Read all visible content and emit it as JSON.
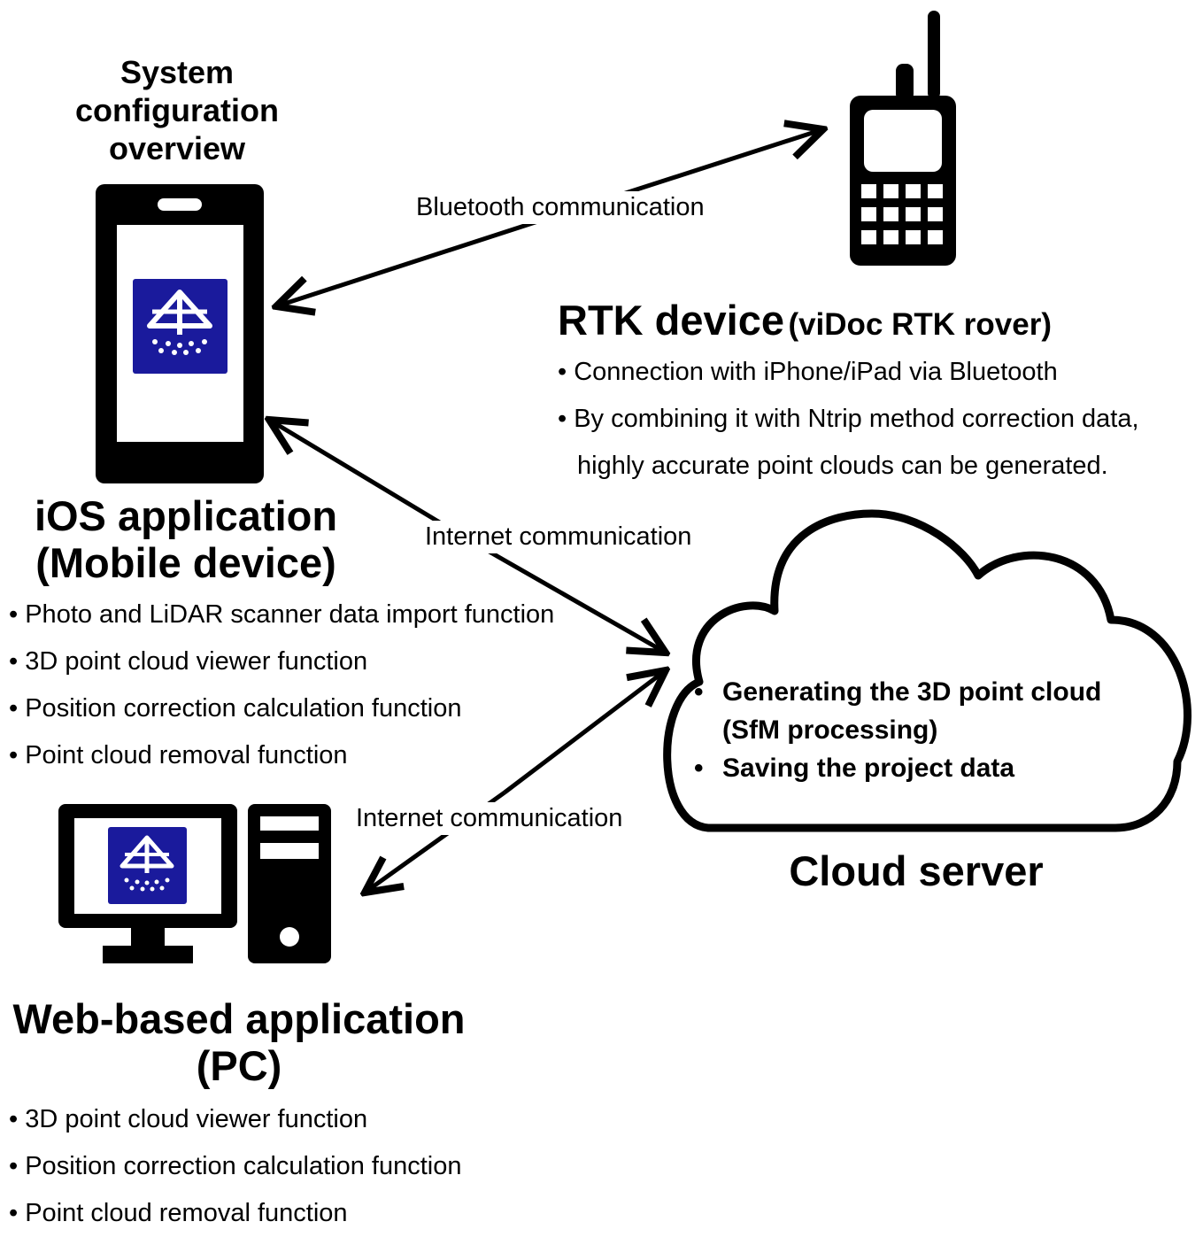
{
  "overview": {
    "title": "System configuration overview"
  },
  "ios": {
    "title_line1": "iOS application",
    "title_line2": "(Mobile device)",
    "features": [
      "Photo and LiDAR scanner data import function",
      "3D point cloud viewer function",
      "Position correction calculation function",
      "Point cloud removal function"
    ]
  },
  "rtk": {
    "title_main": "RTK device",
    "title_sub": "(viDoc RTK rover)",
    "features": [
      "Connection with iPhone/iPad via Bluetooth",
      "By combining it with Ntrip method correction data,",
      "highly accurate point clouds can be generated."
    ]
  },
  "cloud": {
    "title": "Cloud server",
    "features": [
      "Generating the 3D point cloud (SfM processing)",
      "Saving the project data"
    ]
  },
  "web": {
    "title_line1": "Web-based application",
    "title_line2": "(PC)",
    "features": [
      "3D point cloud viewer function",
      "Position correction calculation function",
      "Point cloud removal function"
    ]
  },
  "connections": {
    "bluetooth": "Bluetooth communication",
    "internet_mobile": "Internet communication",
    "internet_pc": "Internet communication"
  },
  "colors": {
    "app_icon": "#1a1a9c",
    "line": "#000000",
    "background": "#ffffff"
  },
  "icons": [
    "smartphone-icon",
    "walkie-talkie-icon",
    "cloud-icon",
    "desktop-pc-icon",
    "app-logo-icon"
  ]
}
